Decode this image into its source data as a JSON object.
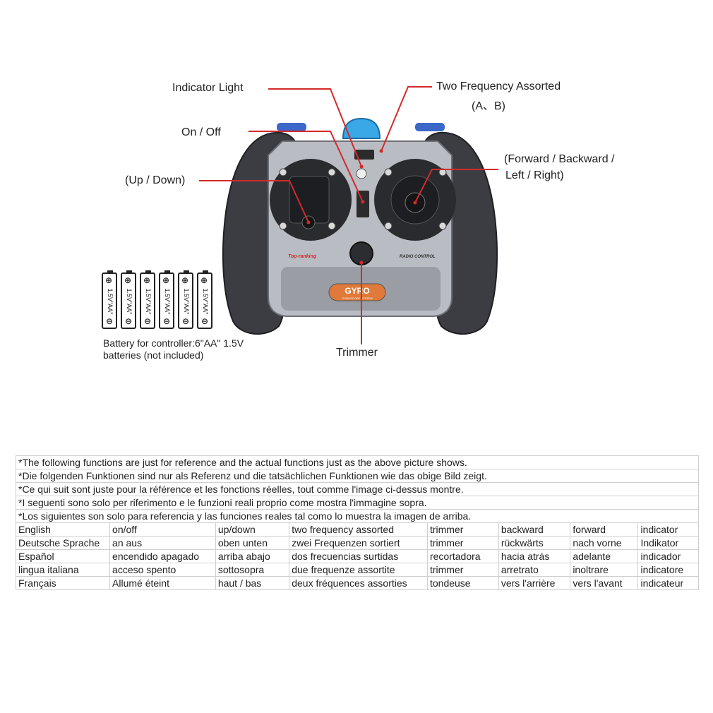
{
  "labels": {
    "indicator_light": "Indicator Light",
    "two_frequency": "Two Frequency Assorted",
    "two_frequency_sub": "(A、B)",
    "on_off": "On / Off",
    "forward_backward": "(Forward / Backward /",
    "left_right": "Left / Right)",
    "up_down": "(Up / Down)",
    "trimmer": "Trimmer",
    "battery_line1": "Battery for controller:6\"AA\" 1.5V",
    "battery_line2": "batteries (not included)"
  },
  "controller": {
    "top_left_text": "Top-ranking",
    "top_right_text": "RADIO CONTROL",
    "badge": "GYRO",
    "badge_sub": "GYROSCOPE SYSTEM"
  },
  "battery_label": "1.5V\"AA\"",
  "battery_count": 6,
  "notes": [
    "*The following functions are just for reference and the actual functions just as the above picture shows.",
    "*Die folgenden Funktionen sind nur als Referenz und die tatsächlichen Funktionen wie das obige Bild zeigt.",
    "*Ce qui suit sont juste pour la référence et les fonctions réelles, tout comme l'image ci-dessus montre.",
    "*I seguenti sono solo per riferimento e le funzioni reali proprio come mostra l'immagine sopra.",
    "*Los siguientes son solo para referencia y las funciones reales tal como lo muestra la imagen de arriba."
  ],
  "table_rows": [
    [
      "English",
      "on/off",
      "up/down",
      "two frequency assorted",
      "trimmer",
      "backward",
      "forward",
      "indicator"
    ],
    [
      "Deutsche Sprache",
      "an aus",
      "oben unten",
      "zwei Frequenzen sortiert",
      "trimmer",
      "rückwärts",
      "nach vorne",
      "Indikator"
    ],
    [
      "Español",
      "encendido apagado",
      "arriba abajo",
      "dos frecuencias surtidas",
      "recortadora",
      "hacia atrás",
      "adelante",
      "indicador"
    ],
    [
      "lingua italiana",
      "acceso spento",
      "sottosopra",
      "due frequenze assortite",
      "trimmer",
      "arretrato",
      "inoltrare",
      "indicatore"
    ],
    [
      "Français",
      "Allumé éteint",
      "haut / bas",
      "deux fréquences assorties",
      "tondeuse",
      "vers l'arrière",
      "vers l'avant",
      "indicateur"
    ]
  ],
  "colors": {
    "leader_line": "#d42a2a",
    "grip": "#3b3d42",
    "body": "#b9bcc2",
    "badge": "#e07a3a"
  }
}
